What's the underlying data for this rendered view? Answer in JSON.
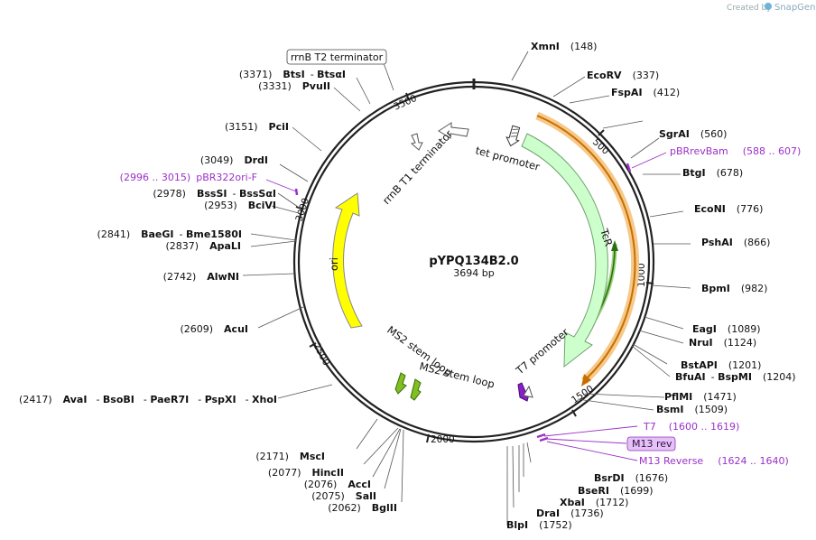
{
  "watermark": {
    "prefix": "Created by",
    "brand": "SnapGene"
  },
  "plasmid": {
    "name": "pYPQ134B2.0",
    "length": "3694 bp"
  },
  "ruler": [
    "500",
    "1000",
    "1500",
    "2000",
    "2500",
    "3000",
    "3500"
  ],
  "features": {
    "rrnB_T2": "rrnB T2 terminator",
    "rrnB_T1": "rrnB T1 terminator",
    "tet_promoter": "tet promoter",
    "TcR": "TcR",
    "ori": "ori",
    "T7_promoter": "T7 promoter",
    "ms2_a": "MS2 stem loop",
    "ms2_b": "MS2 stem loop"
  },
  "sites": [
    {
      "pos": "(148)",
      "name": "XmnI"
    },
    {
      "pos": "(337)",
      "name": "EcoRV"
    },
    {
      "pos": "(412)",
      "name": "FspAI"
    },
    {
      "pos": "(560)",
      "name": "SgrAI"
    },
    {
      "pos": "(678)",
      "name": "BtgI"
    },
    {
      "pos": "(776)",
      "name": "EcoNI"
    },
    {
      "pos": "(866)",
      "name": "PshAI"
    },
    {
      "pos": "(982)",
      "name": "BpmI"
    },
    {
      "pos": "(1089)",
      "name": "EagI"
    },
    {
      "pos": "(1124)",
      "name": "NruI"
    },
    {
      "pos": "(1201)",
      "name": "BstAPI"
    },
    {
      "pos": "(1204)",
      "name": "BfuAI",
      "name2": "BspMI"
    },
    {
      "pos": "(1471)",
      "name": "PflMI"
    },
    {
      "pos": "(1509)",
      "name": "BsmI"
    },
    {
      "pos": "(1676)",
      "name": "BsrDI"
    },
    {
      "pos": "(1699)",
      "name": "BseRI"
    },
    {
      "pos": "(1712)",
      "name": "XbaI"
    },
    {
      "pos": "(1736)",
      "name": "DraI"
    },
    {
      "pos": "(1752)",
      "name": "BlpI"
    },
    {
      "pos": "(2062)",
      "name": "BglII"
    },
    {
      "pos": "(2075)",
      "name": "SalI"
    },
    {
      "pos": "(2076)",
      "name": "AccI"
    },
    {
      "pos": "(2077)",
      "name": "HincII"
    },
    {
      "pos": "(2171)",
      "name": "MscI"
    },
    {
      "pos": "(2417)",
      "name": "AvaI",
      "name2": "BsoBI",
      "name3": "PaeR7I",
      "name4": "PspXI",
      "name5": "XhoI"
    },
    {
      "pos": "(2609)",
      "name": "AcuI"
    },
    {
      "pos": "(2742)",
      "name": "AlwNI"
    },
    {
      "pos": "(2837)",
      "name": "ApaLI"
    },
    {
      "pos": "(2841)",
      "name": "BaeGI",
      "name2": "Bme1580I"
    },
    {
      "pos": "(2953)",
      "name": "BciVI"
    },
    {
      "pos": "(2978)",
      "name": "BssSI",
      "name2": "BssSαI"
    },
    {
      "pos": "(3049)",
      "name": "DrdI"
    },
    {
      "pos": "(3151)",
      "name": "PciI"
    },
    {
      "pos": "(3331)",
      "name": "PvuII"
    },
    {
      "pos": "(3371)",
      "name": "BtsI",
      "name2": "BtsαI"
    }
  ],
  "primers": [
    {
      "name": "pBRrevBam",
      "range": "(588 .. 607)"
    },
    {
      "name": "T7",
      "range": "(1600 .. 1619)"
    },
    {
      "name": "M13 rev",
      "range": ""
    },
    {
      "name": "M13 Reverse",
      "range": "(1624 .. 1640)"
    },
    {
      "name": "pBR322ori-F",
      "range": "(2996 .. 3015)"
    }
  ],
  "colors": {
    "primer": "#9b30c8",
    "ori": "#ffff00",
    "tcr": "#ccffcc",
    "orf": "#f3a530"
  }
}
